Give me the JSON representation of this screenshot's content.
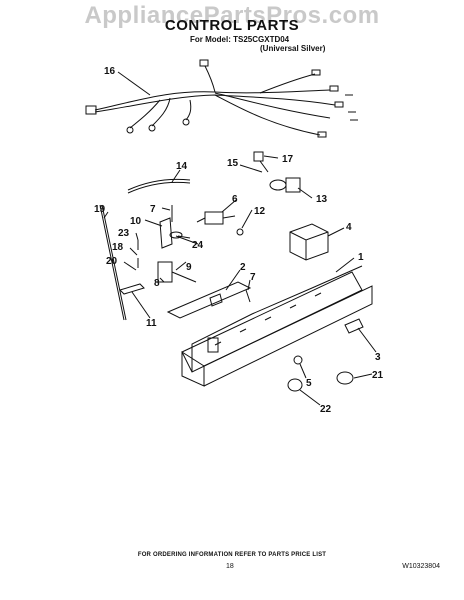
{
  "watermark": "AppliancePartsPros.com",
  "title": "CONTROL PARTS",
  "model_line": "For Model: TS25CGXTD04",
  "model_color": "(Universal Silver)",
  "part_labels": {
    "p1": "1",
    "p2": "2",
    "p3": "3",
    "p4": "4",
    "p5": "5",
    "p6": "6",
    "p7a": "7",
    "p7b": "7",
    "p8": "8",
    "p9": "9",
    "p10": "10",
    "p11": "11",
    "p12": "12",
    "p13": "13",
    "p14": "14",
    "p15": "15",
    "p16": "16",
    "p17": "17",
    "p18": "18",
    "p19": "19",
    "p20": "20",
    "p21": "21",
    "p22": "22",
    "p23": "23",
    "p24": "24"
  },
  "footer_note": "FOR ORDERING INFORMATION REFER TO PARTS PRICE LIST",
  "page_number": "18",
  "document_number": "W10323804"
}
